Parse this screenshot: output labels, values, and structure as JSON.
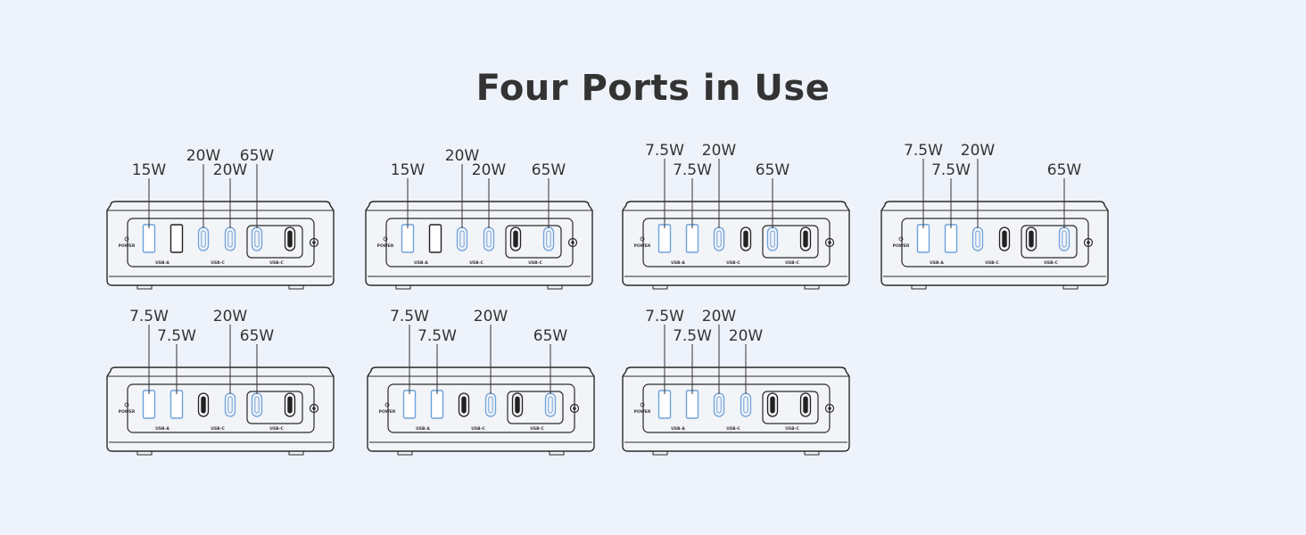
{
  "title": "Four Ports in Use",
  "colors": {
    "active": "#6fa2dc",
    "inactive": "#222222",
    "outline": "#2a2a2a",
    "background": "#eef2fa"
  },
  "panel_labels": {
    "power": "POWER",
    "usb_a": "USB-A",
    "usb_c_single": "USB-C",
    "usb_c_group": "USB-C"
  },
  "ports": [
    "usb-a-1",
    "usb-a-2",
    "usb-c-1",
    "usb-c-2",
    "usb-c-3",
    "usb-c-4"
  ],
  "configs": [
    {
      "active": [
        "usb-a-1",
        "usb-c-1",
        "usb-c-2",
        "usb-c-3"
      ],
      "labels": [
        "15W",
        "20W",
        "20W",
        "65W"
      ]
    },
    {
      "active": [
        "usb-a-1",
        "usb-c-1",
        "usb-c-2",
        "usb-c-4"
      ],
      "labels": [
        "15W",
        "20W",
        "20W",
        "65W"
      ]
    },
    {
      "active": [
        "usb-a-1",
        "usb-a-2",
        "usb-c-1",
        "usb-c-3"
      ],
      "labels": [
        "7.5W",
        "7.5W",
        "20W",
        "65W"
      ]
    },
    {
      "active": [
        "usb-a-1",
        "usb-a-2",
        "usb-c-1",
        "usb-c-4"
      ],
      "labels": [
        "7.5W",
        "7.5W",
        "20W",
        "65W"
      ]
    },
    {
      "active": [
        "usb-a-1",
        "usb-a-2",
        "usb-c-2",
        "usb-c-3"
      ],
      "labels": [
        "7.5W",
        "7.5W",
        "20W",
        "65W"
      ]
    },
    {
      "active": [
        "usb-a-1",
        "usb-a-2",
        "usb-c-2",
        "usb-c-4"
      ],
      "labels": [
        "7.5W",
        "7.5W",
        "20W",
        "65W"
      ]
    },
    {
      "active": [
        "usb-a-1",
        "usb-a-2",
        "usb-c-1",
        "usb-c-2"
      ],
      "labels": [
        "7.5W",
        "7.5W",
        "20W",
        "20W"
      ]
    }
  ]
}
